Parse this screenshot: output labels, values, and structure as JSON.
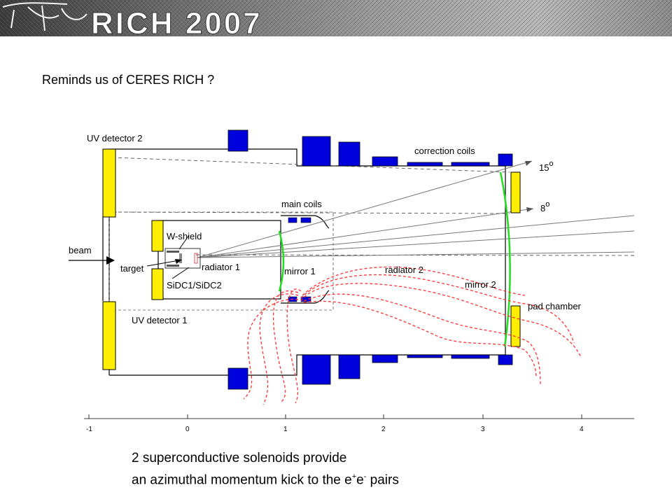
{
  "header": {
    "title": "RICH 2007"
  },
  "intro_text": "Reminds us of CERES RICH ?",
  "caption": {
    "line1": "2 superconductive solenoids provide",
    "line2_prefix": "an azimuthal momentum kick to the e",
    "sup_plus": "+",
    "mid": "e",
    "sup_minus": "-",
    "line2_suffix": " pairs"
  },
  "diagram": {
    "labels": {
      "uv_detector_2": "UV detector 2",
      "uv_detector_1": "UV detector 1",
      "correction_coils": "correction coils",
      "main_coils": "main coils",
      "w_shield": "W-shield",
      "beam": "beam",
      "target": "target",
      "radiator_1": "radiator 1",
      "mirror_1": "mirror 1",
      "radiator_2": "radiator 2",
      "mirror_2": "mirror 2",
      "sidc": "SiDC1/SiDC2",
      "pad_chamber": "pad chamber",
      "angle_15": "15",
      "angle_8": "8",
      "degree_symbol": "o"
    },
    "axis_ticks": [
      "-1",
      "0",
      "1",
      "2",
      "3",
      "4"
    ]
  }
}
